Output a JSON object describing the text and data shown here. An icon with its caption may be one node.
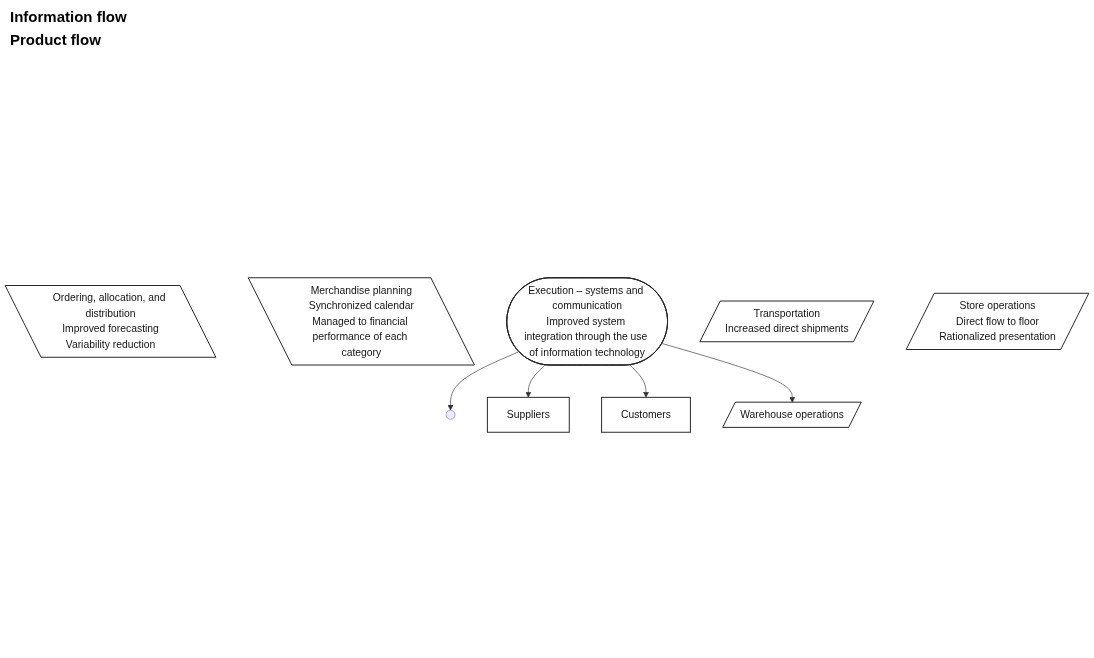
{
  "diagram": {
    "nodes": [
      {
        "text": [
          "Suppliers"
        ]
      },
      {
        "text": [
          "Ordering, allocation, and distribution",
          "Improved forecasting",
          "Variability reduction"
        ]
      },
      {
        "text": [
          "Merchandise planning",
          "Synchronized calendar",
          "Managed to financial performance of each category"
        ]
      },
      {
        "text": [
          "Execution – systems and communication",
          "Improved system integration through the use of information technology"
        ]
      },
      {
        "text": [
          "Transportation",
          "Increased direct shipments"
        ]
      },
      {
        "text": [
          "Warehouse operations"
        ]
      },
      {
        "text": [
          "Store operations",
          "Direct flow to floor",
          "Rationalized presentation"
        ]
      },
      {
        "text": [
          "Customers"
        ]
      }
    ],
    "edges": [
      {
        "from": 3,
        "to": null,
        "arrow": "to"
      },
      {
        "from": 3,
        "to": 0,
        "arrow": "to"
      },
      {
        "from": 3,
        "to": 7,
        "arrow": "to"
      },
      {
        "from": 3,
        "to": 5,
        "arrow": "to"
      }
    ],
    "labels": [
      "Information flow",
      "Product flow"
    ]
  }
}
